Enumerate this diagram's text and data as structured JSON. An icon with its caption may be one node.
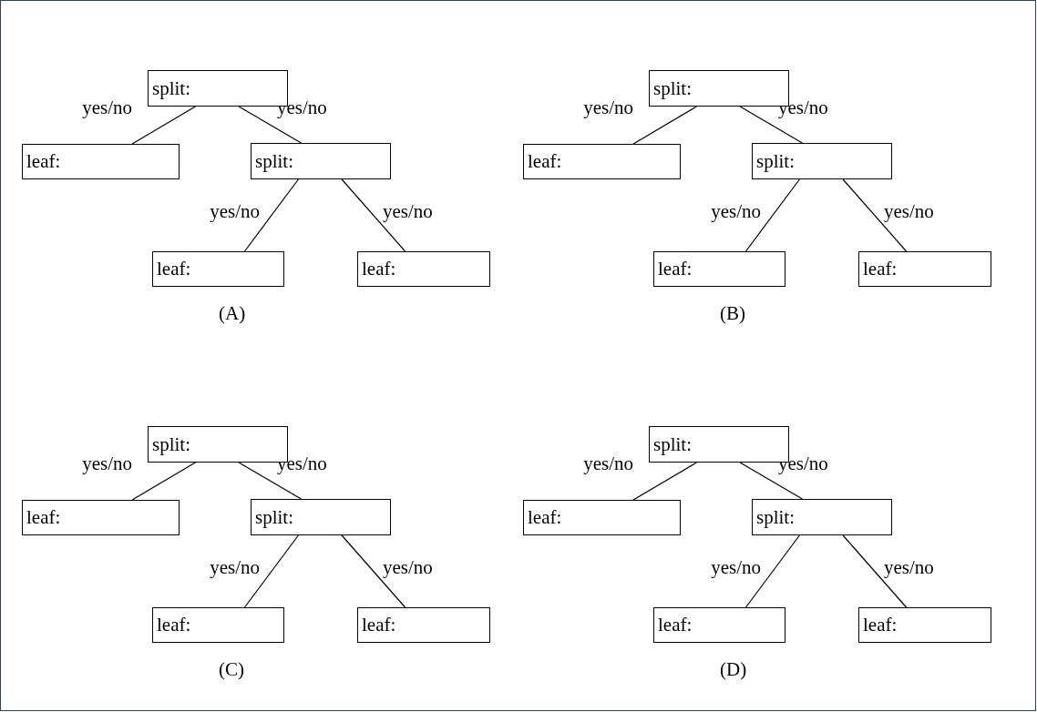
{
  "diagram": {
    "nodes": [
      {
        "text": [
          "split:"
        ]
      },
      {
        "text": [
          "leaf:"
        ]
      },
      {
        "text": [
          "split:"
        ]
      },
      {
        "text": [
          "leaf:"
        ]
      },
      {
        "text": [
          "leaf:"
        ]
      },
      {
        "text": [
          "split:"
        ]
      },
      {
        "text": [
          "leaf:"
        ]
      },
      {
        "text": [
          "split:"
        ]
      },
      {
        "text": [
          "leaf:"
        ]
      },
      {
        "text": [
          "leaf:"
        ]
      },
      {
        "text": [
          "split:"
        ]
      },
      {
        "text": [
          "leaf:"
        ]
      },
      {
        "text": [
          "split:"
        ]
      },
      {
        "text": [
          "leaf:"
        ]
      },
      {
        "text": [
          "leaf:"
        ]
      },
      {
        "text": [
          "split:"
        ]
      },
      {
        "text": [
          "leaf:"
        ]
      },
      {
        "text": [
          "split:"
        ]
      },
      {
        "text": [
          "leaf:"
        ]
      },
      {
        "text": [
          "leaf:"
        ]
      }
    ],
    "edges": [
      {
        "from": 0,
        "to": 1,
        "arrow": "none",
        "label": "yes/no"
      },
      {
        "from": 0,
        "to": 2,
        "arrow": "none",
        "label": "yes/no"
      },
      {
        "from": 2,
        "to": 3,
        "arrow": "none",
        "label": "yes/no"
      },
      {
        "from": 2,
        "to": 4,
        "arrow": "none",
        "label": "yes/no"
      },
      {
        "from": 5,
        "to": 6,
        "arrow": "none",
        "label": "yes/no"
      },
      {
        "from": 5,
        "to": 7,
        "arrow": "none",
        "label": "yes/no"
      },
      {
        "from": 7,
        "to": 8,
        "arrow": "none",
        "label": "yes/no"
      },
      {
        "from": 7,
        "to": 9,
        "arrow": "none",
        "label": "yes/no"
      },
      {
        "from": 10,
        "to": 11,
        "arrow": "none",
        "label": "yes/no"
      },
      {
        "from": 10,
        "to": 12,
        "arrow": "none",
        "label": "yes/no"
      },
      {
        "from": 12,
        "to": 13,
        "arrow": "none",
        "label": "yes/no"
      },
      {
        "from": 12,
        "to": 14,
        "arrow": "none",
        "label": "yes/no"
      },
      {
        "from": 15,
        "to": 16,
        "arrow": "none",
        "label": "yes/no"
      },
      {
        "from": 15,
        "to": 17,
        "arrow": "none",
        "label": "yes/no"
      },
      {
        "from": 17,
        "to": 18,
        "arrow": "none",
        "label": "yes/no"
      },
      {
        "from": 17,
        "to": 19,
        "arrow": "none",
        "label": "yes/no"
      }
    ],
    "labels": [
      "(A)",
      "(B)",
      "(C)",
      "(D)"
    ]
  }
}
